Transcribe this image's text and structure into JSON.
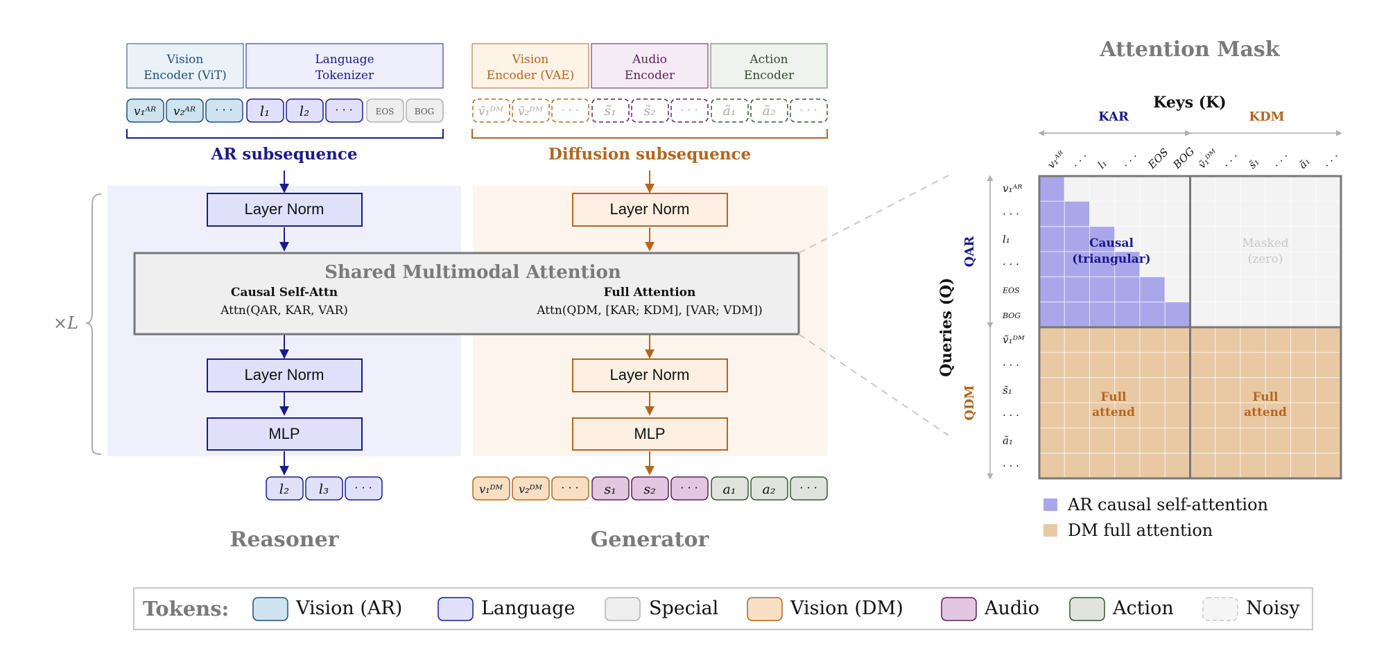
{
  "colors": {
    "ar": "#1a1a8c",
    "dm": "#b5651d",
    "vision_ar_fill": "#cfe3f0",
    "vision_ar_stroke": "#1f4e79",
    "language_fill": "#e0e0fa",
    "language_stroke": "#1a1a8c",
    "special_fill": "#eeeeee",
    "special_stroke": "#b0b0b0",
    "vision_dm_fill": "#f7dfc4",
    "vision_dm_stroke": "#b5651d",
    "audio_fill": "#e3c6e0",
    "audio_stroke": "#5a1f5a",
    "action_fill": "#e0e4dc",
    "action_stroke": "#2f5a2f",
    "causal_fill": "#a9a7ea",
    "full_fill": "#e8c9a4",
    "gray_text": "#7a7a7a"
  },
  "encoders": {
    "vision_vit": [
      "Vision",
      "Encoder (ViT)"
    ],
    "language_tokenizer": [
      "Language",
      "Tokenizer"
    ],
    "vision_vae": [
      "Vision",
      "Encoder (VAE)"
    ],
    "audio_encoder": [
      "Audio",
      "Encoder"
    ],
    "action_encoder": [
      "Action",
      "Encoder"
    ]
  },
  "ar_tokens": [
    "v₁ᴬᴿ",
    "v₂ᴬᴿ",
    "· · ·",
    "l₁",
    "l₂",
    "· · ·",
    "EOS",
    "BOG"
  ],
  "dm_tokens": [
    "ṽ₁ᴰᴹ",
    "ṽ₂ᴰᴹ",
    "· · ·",
    "s̃₁",
    "s̃₂",
    "· · ·",
    "ã₁",
    "ã₂",
    "· · ·"
  ],
  "ar_subsequence_label": "AR subsequence",
  "diffusion_subsequence_label": "Diffusion subsequence",
  "layer_norm_label": "Layer Norm",
  "mlp_label": "MLP",
  "shared_attention": {
    "title": "Shared Multimodal Attention",
    "causal_heading": "Causal Self-Attn",
    "causal_formula": "Attn(QAR, KAR, VAR)",
    "full_heading": "Full Attention",
    "full_formula": "Attn(QDM, [KAR; KDM], [VAR; VDM])"
  },
  "repeat_label": "×L",
  "reasoner_outputs": [
    "l₂",
    "l₃",
    "· · ·"
  ],
  "generator_outputs": [
    "v₁ᴰᴹ",
    "v₂ᴰᴹ",
    "· · ·",
    "s₁",
    "s₂",
    "· · ·",
    "a₁",
    "a₂",
    "· · ·"
  ],
  "reasoner_label": "Reasoner",
  "generator_label": "Generator",
  "attention_mask": {
    "title": "Attention Mask",
    "keys_label": "Keys (K)",
    "k_ar_label": "KAR",
    "k_dm_label": "KDM",
    "queries_label": "Queries (Q)",
    "q_ar_label": "QAR",
    "q_dm_label": "QDM",
    "key_ticks": [
      "v₁ᴬᴿ",
      "· · ·",
      "l₁",
      "· · ·",
      "EOS",
      "BOG",
      "ṽ₁ᴰᴹ",
      "· · ·",
      "s̃₁",
      "· · ·",
      "ã₁",
      "· · ·"
    ],
    "query_ticks": [
      "v₁ᴬᴿ",
      "· · ·",
      "l₁",
      "· · ·",
      "EOS",
      "BOG",
      "ṽ₁ᴰᴹ",
      "· · ·",
      "s̃₁",
      "· · ·",
      "ã₁",
      "· · ·"
    ],
    "causal_text": [
      "Causal",
      "(triangular)"
    ],
    "masked_text": [
      "Masked",
      "(zero)"
    ],
    "full_text": [
      "Full",
      "attend"
    ],
    "legend": [
      "AR causal self-attention",
      "DM full attention"
    ]
  },
  "tokens_legend": {
    "title": "Tokens:",
    "items": [
      "Vision (AR)",
      "Language",
      "Special",
      "Vision (DM)",
      "Audio",
      "Action",
      "Noisy"
    ]
  }
}
